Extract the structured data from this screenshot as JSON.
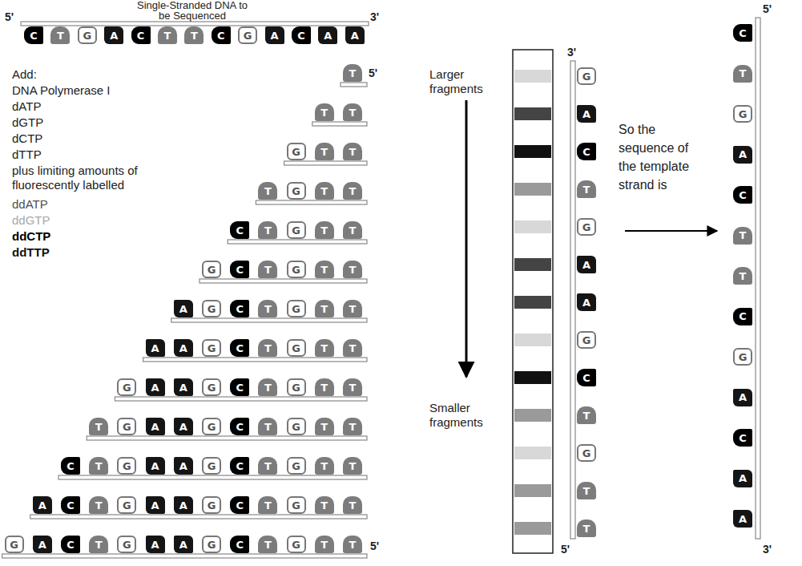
{
  "diagram": {
    "nodes": [
      {
        "text": [
          "C"
        ]
      },
      {
        "text": [
          "T"
        ]
      },
      {
        "text": [
          "G"
        ]
      },
      {
        "text": [
          "A"
        ]
      },
      {
        "text": [
          "C"
        ]
      },
      {
        "text": [
          "T"
        ]
      },
      {
        "text": [
          "T"
        ]
      },
      {
        "text": [
          "C"
        ]
      },
      {
        "text": [
          "G"
        ]
      },
      {
        "text": [
          "A"
        ]
      },
      {
        "text": [
          "C"
        ]
      },
      {
        "text": [
          "A"
        ]
      },
      {
        "text": [
          "A"
        ]
      },
      {
        "text": [
          "T"
        ]
      },
      {
        "text": [
          "T"
        ]
      },
      {
        "text": [
          "T"
        ]
      },
      {
        "text": [
          "G"
        ]
      },
      {
        "text": [
          "T"
        ]
      },
      {
        "text": [
          "T"
        ]
      },
      {
        "text": [
          "T"
        ]
      },
      {
        "text": [
          "G"
        ]
      },
      {
        "text": [
          "T"
        ]
      },
      {
        "text": [
          "T"
        ]
      },
      {
        "text": [
          "C"
        ]
      },
      {
        "text": [
          "T"
        ]
      },
      {
        "text": [
          "G"
        ]
      },
      {
        "text": [
          "T"
        ]
      },
      {
        "text": [
          "T"
        ]
      },
      {
        "text": [
          "G"
        ]
      },
      {
        "text": [
          "C"
        ]
      },
      {
        "text": [
          "T"
        ]
      },
      {
        "text": [
          "G"
        ]
      },
      {
        "text": [
          "T"
        ]
      },
      {
        "text": [
          "T"
        ]
      },
      {
        "text": [
          "A"
        ]
      },
      {
        "text": [
          "G"
        ]
      },
      {
        "text": [
          "C"
        ]
      },
      {
        "text": [
          "T"
        ]
      },
      {
        "text": [
          "G"
        ]
      },
      {
        "text": [
          "T"
        ]
      },
      {
        "text": [
          "T"
        ]
      },
      {
        "text": [
          "A"
        ]
      },
      {
        "text": [
          "A"
        ]
      },
      {
        "text": [
          "G"
        ]
      },
      {
        "text": [
          "C"
        ]
      },
      {
        "text": [
          "T"
        ]
      },
      {
        "text": [
          "G"
        ]
      },
      {
        "text": [
          "T"
        ]
      },
      {
        "text": [
          "T"
        ]
      },
      {
        "text": [
          "G"
        ]
      },
      {
        "text": [
          "A"
        ]
      },
      {
        "text": [
          "A"
        ]
      },
      {
        "text": [
          "G"
        ]
      },
      {
        "text": [
          "C"
        ]
      },
      {
        "text": [
          "T"
        ]
      },
      {
        "text": [
          "G"
        ]
      },
      {
        "text": [
          "T"
        ]
      },
      {
        "text": [
          "T"
        ]
      },
      {
        "text": [
          "T"
        ]
      },
      {
        "text": [
          "G"
        ]
      },
      {
        "text": [
          "A"
        ]
      },
      {
        "text": [
          "A"
        ]
      },
      {
        "text": [
          "G"
        ]
      },
      {
        "text": [
          "C"
        ]
      },
      {
        "text": [
          "T"
        ]
      },
      {
        "text": [
          "G"
        ]
      },
      {
        "text": [
          "T"
        ]
      },
      {
        "text": [
          "T"
        ]
      },
      {
        "text": [
          "C"
        ]
      },
      {
        "text": [
          "T"
        ]
      },
      {
        "text": [
          "G"
        ]
      },
      {
        "text": [
          "A"
        ]
      },
      {
        "text": [
          "A"
        ]
      },
      {
        "text": [
          "G"
        ]
      },
      {
        "text": [
          "C"
        ]
      },
      {
        "text": [
          "T"
        ]
      },
      {
        "text": [
          "G"
        ]
      },
      {
        "text": [
          "T"
        ]
      },
      {
        "text": [
          "T"
        ]
      },
      {
        "text": [
          "A"
        ]
      },
      {
        "text": [
          "C"
        ]
      },
      {
        "text": [
          "T"
        ]
      },
      {
        "text": [
          "G"
        ]
      },
      {
        "text": [
          "A"
        ]
      },
      {
        "text": [
          "A"
        ]
      },
      {
        "text": [
          "G"
        ]
      },
      {
        "text": [
          "C"
        ]
      },
      {
        "text": [
          "T"
        ]
      },
      {
        "text": [
          "G"
        ]
      },
      {
        "text": [
          "T"
        ]
      },
      {
        "text": [
          "T"
        ]
      },
      {
        "text": [
          "G"
        ]
      },
      {
        "text": [
          "A"
        ]
      },
      {
        "text": [
          "C"
        ]
      },
      {
        "text": [
          "T"
        ]
      },
      {
        "text": [
          "G"
        ]
      },
      {
        "text": [
          "A"
        ]
      },
      {
        "text": [
          "A"
        ]
      },
      {
        "text": [
          "G"
        ]
      },
      {
        "text": [
          "C"
        ]
      },
      {
        "text": [
          "T"
        ]
      },
      {
        "text": [
          "G"
        ]
      },
      {
        "text": [
          "T"
        ]
      },
      {
        "text": [
          "T"
        ]
      },
      {
        "text": [
          "G"
        ]
      },
      {
        "text": [
          "A"
        ]
      },
      {
        "text": [
          "C"
        ]
      },
      {
        "text": [
          "T"
        ]
      },
      {
        "text": [
          "G"
        ]
      },
      {
        "text": [
          "A"
        ]
      },
      {
        "text": [
          "A"
        ]
      },
      {
        "text": [
          "G"
        ]
      },
      {
        "text": [
          "C"
        ]
      },
      {
        "text": [
          "T"
        ]
      },
      {
        "text": [
          "G"
        ]
      },
      {
        "text": [
          "T"
        ]
      },
      {
        "text": [
          "T"
        ]
      },
      {
        "text": [
          "C"
        ]
      },
      {
        "text": [
          "T"
        ]
      },
      {
        "text": [
          "G"
        ]
      },
      {
        "text": [
          "A"
        ]
      },
      {
        "text": [
          "C"
        ]
      },
      {
        "text": [
          "T"
        ]
      },
      {
        "text": [
          "T"
        ]
      },
      {
        "text": [
          "C"
        ]
      },
      {
        "text": [
          "G"
        ]
      },
      {
        "text": [
          "A"
        ]
      },
      {
        "text": [
          "C"
        ]
      },
      {
        "text": [
          "A"
        ]
      },
      {
        "text": [
          "A"
        ]
      }
    ],
    "labels": [
      "Single-Stranded DNA to be Sequenced",
      "5'",
      "3'",
      "Add:",
      "DNA Polymerase I",
      "dATP",
      "dGTP",
      "dCTP",
      "dTTP",
      "plus limiting amounts of fluorescently labelled",
      "ddATP",
      "ddGTP",
      "ddCTP",
      "ddTTP",
      "5'",
      "5'",
      "Larger fragments",
      "Smaller fragments",
      "3'",
      "5'",
      "So the sequence of the template strand is",
      "5'",
      "3'"
    ]
  }
}
